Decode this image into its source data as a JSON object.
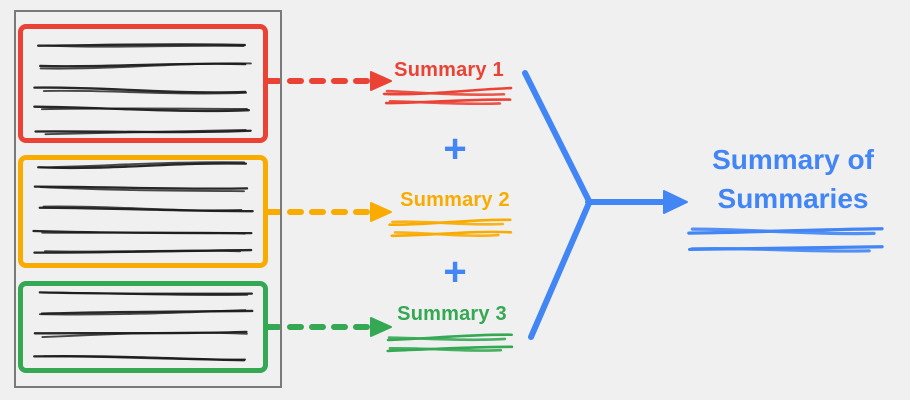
{
  "canvas": {
    "background": "#f0f0f0"
  },
  "colors": {
    "red": "#ea4335",
    "orange": "#f9ab00",
    "green": "#34a853",
    "blue": "#4285f4",
    "ink": "#1b1b1b",
    "doc_border": "#7a7a7a"
  },
  "document": {
    "sections": [
      {
        "name": "section-1",
        "color_key": "red",
        "text_lines": 5
      },
      {
        "name": "section-2",
        "color_key": "orange",
        "text_lines": 5
      },
      {
        "name": "section-3",
        "color_key": "green",
        "text_lines": 4
      }
    ]
  },
  "summaries": [
    {
      "label": "Summary 1",
      "color_key": "red"
    },
    {
      "label": "Summary 2",
      "color_key": "orange"
    },
    {
      "label": "Summary 3",
      "color_key": "green"
    }
  ],
  "operators": {
    "plus": "+"
  },
  "result": {
    "label": "Summary of Summaries",
    "color_key": "blue"
  }
}
